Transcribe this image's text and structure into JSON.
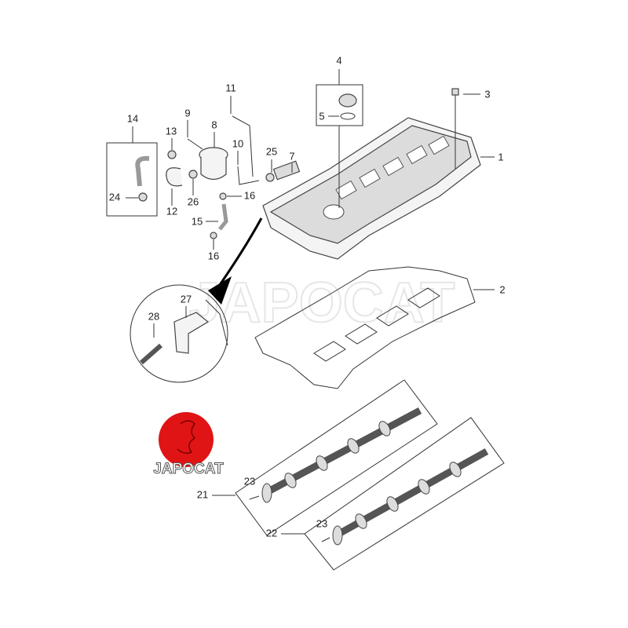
{
  "diagram": {
    "watermark": "JAPOCAT",
    "logo_text": "JAPOCAT",
    "colors": {
      "logo_red": "#e01414",
      "line": "#333333"
    },
    "callouts": {
      "c1": "1",
      "c2": "2",
      "c3": "3",
      "c4": "4",
      "c5": "5",
      "c7": "7",
      "c8": "8",
      "c9": "9",
      "c10": "10",
      "c11": "11",
      "c12": "12",
      "c13": "13",
      "c14": "14",
      "c15": "15",
      "c16a": "16",
      "c16b": "16",
      "c21": "21",
      "c22": "22",
      "c23a": "23",
      "c23b": "23",
      "c24": "24",
      "c25": "25",
      "c26": "26",
      "c27": "27",
      "c28": "28"
    }
  }
}
